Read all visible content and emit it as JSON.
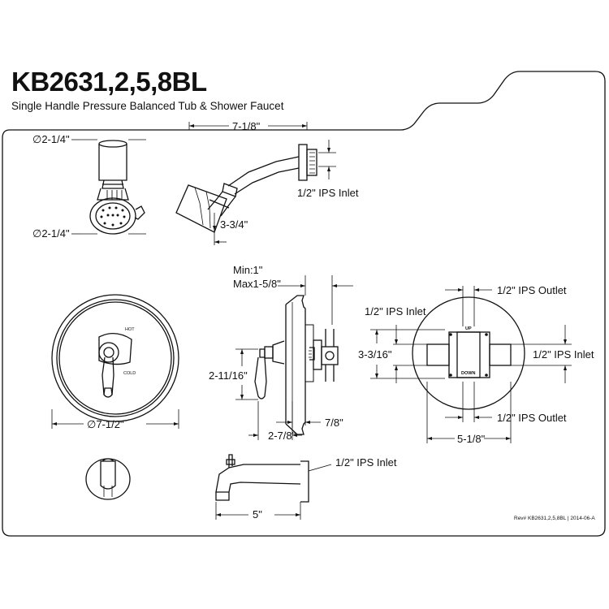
{
  "header": {
    "model": "KB2631,2,5,8BL",
    "description": "Single Handle Pressure Balanced Tub & Shower Faucet"
  },
  "showerhead": {
    "top_diameter": "∅2-1/4\"",
    "bottom_diameter": "∅2-1/4\"",
    "arm_length": "7-1/8\"",
    "inlet": "1/2\" IPS Inlet",
    "head_drop": "3-3/4\""
  },
  "escutcheon": {
    "hot_label": "HOT",
    "cold_label": "COLD",
    "diameter": "∅7-1/2\""
  },
  "valve_side": {
    "depth_min": "Min:1\"",
    "depth_max": "Max1-5/8\"",
    "handle_height": "2-11/16\"",
    "projection": "2-7/8\"",
    "body_depth": "7/8\""
  },
  "valve_body": {
    "inlet_left": "1/2\" IPS Inlet",
    "outlet_top": "1/2\" IPS Outlet",
    "inlet_right": "1/2\" IPS Inlet",
    "outlet_bottom": "1/2\" IPS Outlet",
    "height": "3-3/16\"",
    "width": "5-1/8\"",
    "up_label": "UP",
    "down_label": "DOWN"
  },
  "tub_spout": {
    "inlet": "1/2\" IPS Inlet",
    "length": "5\""
  },
  "footer": {
    "revision": "Rev# KB2631,2,5,8BL | 2014-06-A"
  }
}
